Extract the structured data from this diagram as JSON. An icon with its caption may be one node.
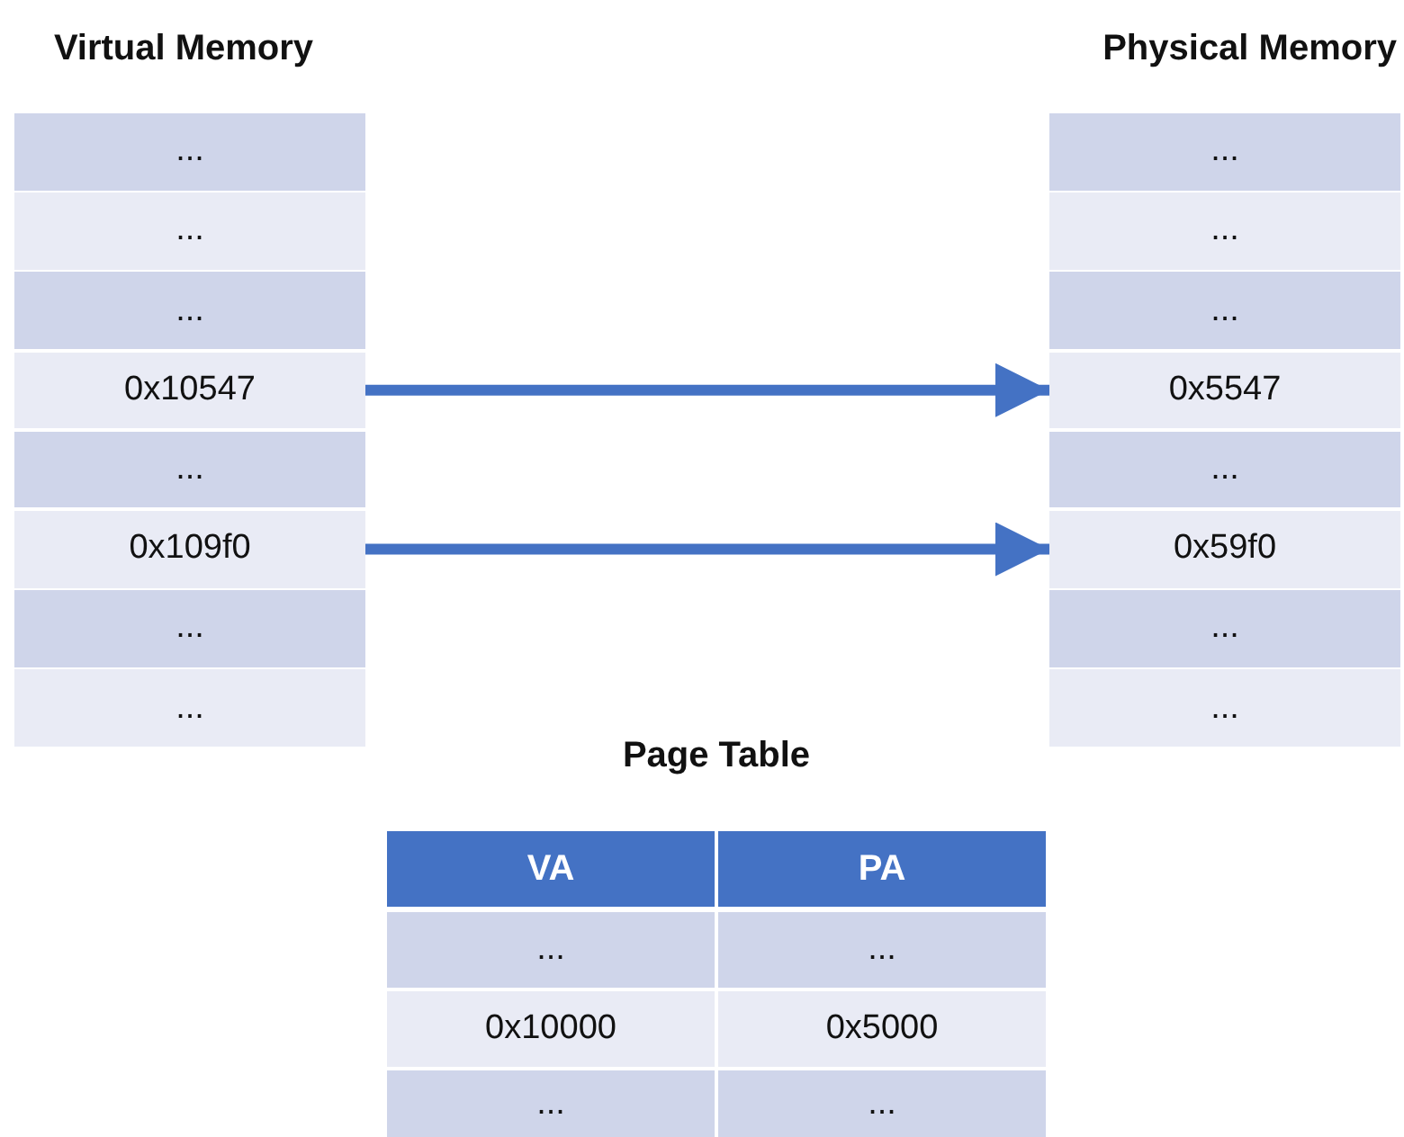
{
  "diagram": {
    "nodes": [
      {
        "text": [
          "..."
        ]
      },
      {
        "text": [
          "..."
        ]
      },
      {
        "text": [
          "..."
        ]
      },
      {
        "text": [
          "0x10547"
        ]
      },
      {
        "text": [
          "..."
        ]
      },
      {
        "text": [
          "0x109f0"
        ]
      },
      {
        "text": [
          "..."
        ]
      },
      {
        "text": [
          "..."
        ]
      },
      {
        "text": [
          "..."
        ]
      },
      {
        "text": [
          "..."
        ]
      },
      {
        "text": [
          "..."
        ]
      },
      {
        "text": [
          "0x5547"
        ]
      },
      {
        "text": [
          "..."
        ]
      },
      {
        "text": [
          "0x59f0"
        ]
      },
      {
        "text": [
          "..."
        ]
      },
      {
        "text": [
          "..."
        ]
      }
    ],
    "edges": [
      {
        "from": 3,
        "to": 11,
        "arrow": "to"
      },
      {
        "from": 5,
        "to": 13,
        "arrow": "to"
      }
    ],
    "labels": [
      "Virtual Memory",
      "Physical Memory",
      "Page Table",
      "VA",
      "PA",
      "...",
      "...",
      "0x10000",
      "0x5000",
      "...",
      "..."
    ]
  }
}
